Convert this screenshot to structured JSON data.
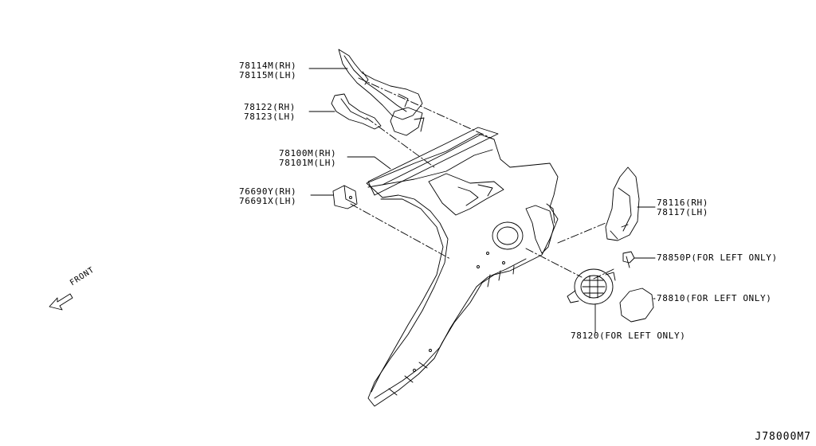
{
  "callouts": {
    "c78114": {
      "lines": [
        "78114M(RH)",
        "78115M(LH)"
      ]
    },
    "c78122": {
      "lines": [
        "78122(RH)",
        "78123(LH)"
      ]
    },
    "c78100": {
      "lines": [
        "78100M(RH)",
        "78101M(LH)"
      ]
    },
    "c76690": {
      "lines": [
        "76690Y(RH)",
        "76691X(LH)"
      ]
    },
    "c78116": {
      "lines": [
        "78116(RH)",
        "78117(LH)"
      ]
    },
    "c78850": {
      "lines": [
        "78850P(FOR LEFT ONLY)"
      ]
    },
    "c78810": {
      "lines": [
        "78810(FOR LEFT ONLY)"
      ]
    },
    "c78120": {
      "lines": [
        "78120(FOR LEFT ONLY)"
      ]
    }
  },
  "front": "FRONT",
  "diagram_code": "J78000M7",
  "colors": {
    "ink": "#000000",
    "paper": "#ffffff"
  }
}
